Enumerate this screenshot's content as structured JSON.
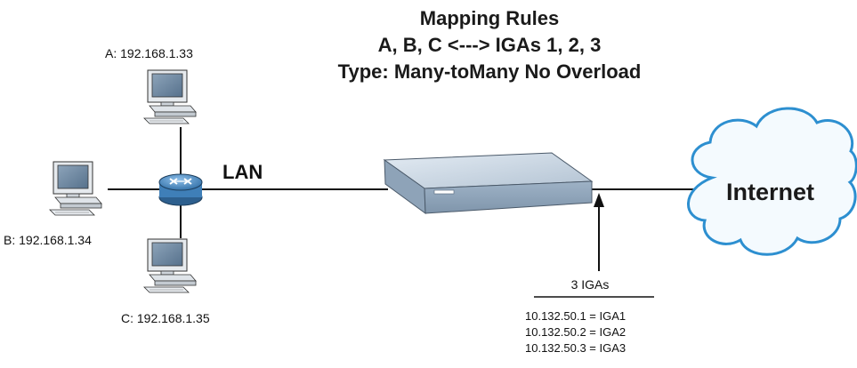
{
  "title": {
    "line1": "Mapping Rules",
    "line2": "A, B, C <---> IGAs 1, 2, 3",
    "line3": "Type: Many-toMany No Overload"
  },
  "hosts": [
    {
      "id": "A",
      "label": "A: 192.168.1.33"
    },
    {
      "id": "B",
      "label": "B: 192.168.1.34"
    },
    {
      "id": "C",
      "label": "C: 192.168.1.35"
    }
  ],
  "lan_label": "LAN",
  "internet_label": "Internet",
  "igas_label": "3 IGAs",
  "mappings": [
    "10.132.50.1 = IGA1",
    "10.132.50.2 = IGA2",
    "10.132.50.3 = IGA3"
  ],
  "colors": {
    "line": "#111111",
    "device": "#b9c9d9",
    "cloud_fill": "#f4fafe",
    "cloud_stroke": "#2d8fd0",
    "router": "#3f7fb8"
  }
}
